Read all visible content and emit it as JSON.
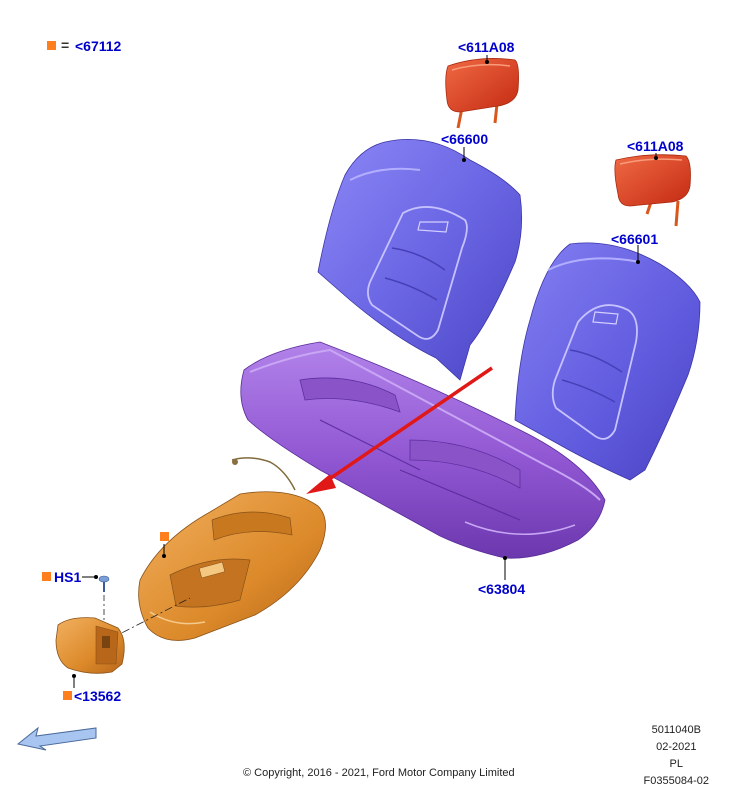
{
  "legend": {
    "marker_color": "#ff7f1f",
    "equals": "=",
    "code": "<67112"
  },
  "callouts": {
    "headrest_left": "<611A08",
    "headrest_right": "<611A08",
    "backrest_left": "<66600",
    "backrest_right": "<66601",
    "cushion": "<63804",
    "hs1": "HS1",
    "bracket": "<13562"
  },
  "meta": {
    "code": "5011040B",
    "date": "02-2021",
    "lang": "PL",
    "figure": "F0355084-02"
  },
  "copyright": "© Copyright, 2016 - 2021, Ford Motor Company Limited",
  "colors": {
    "callout_text": "#0000cc",
    "headrest": "#e0401e",
    "backrest": "#6f6ae6",
    "cushion": "#9a62d6",
    "armrest": "#e2902e",
    "arrow": "#e11818",
    "nav_arrow": "#a8c4f0"
  }
}
